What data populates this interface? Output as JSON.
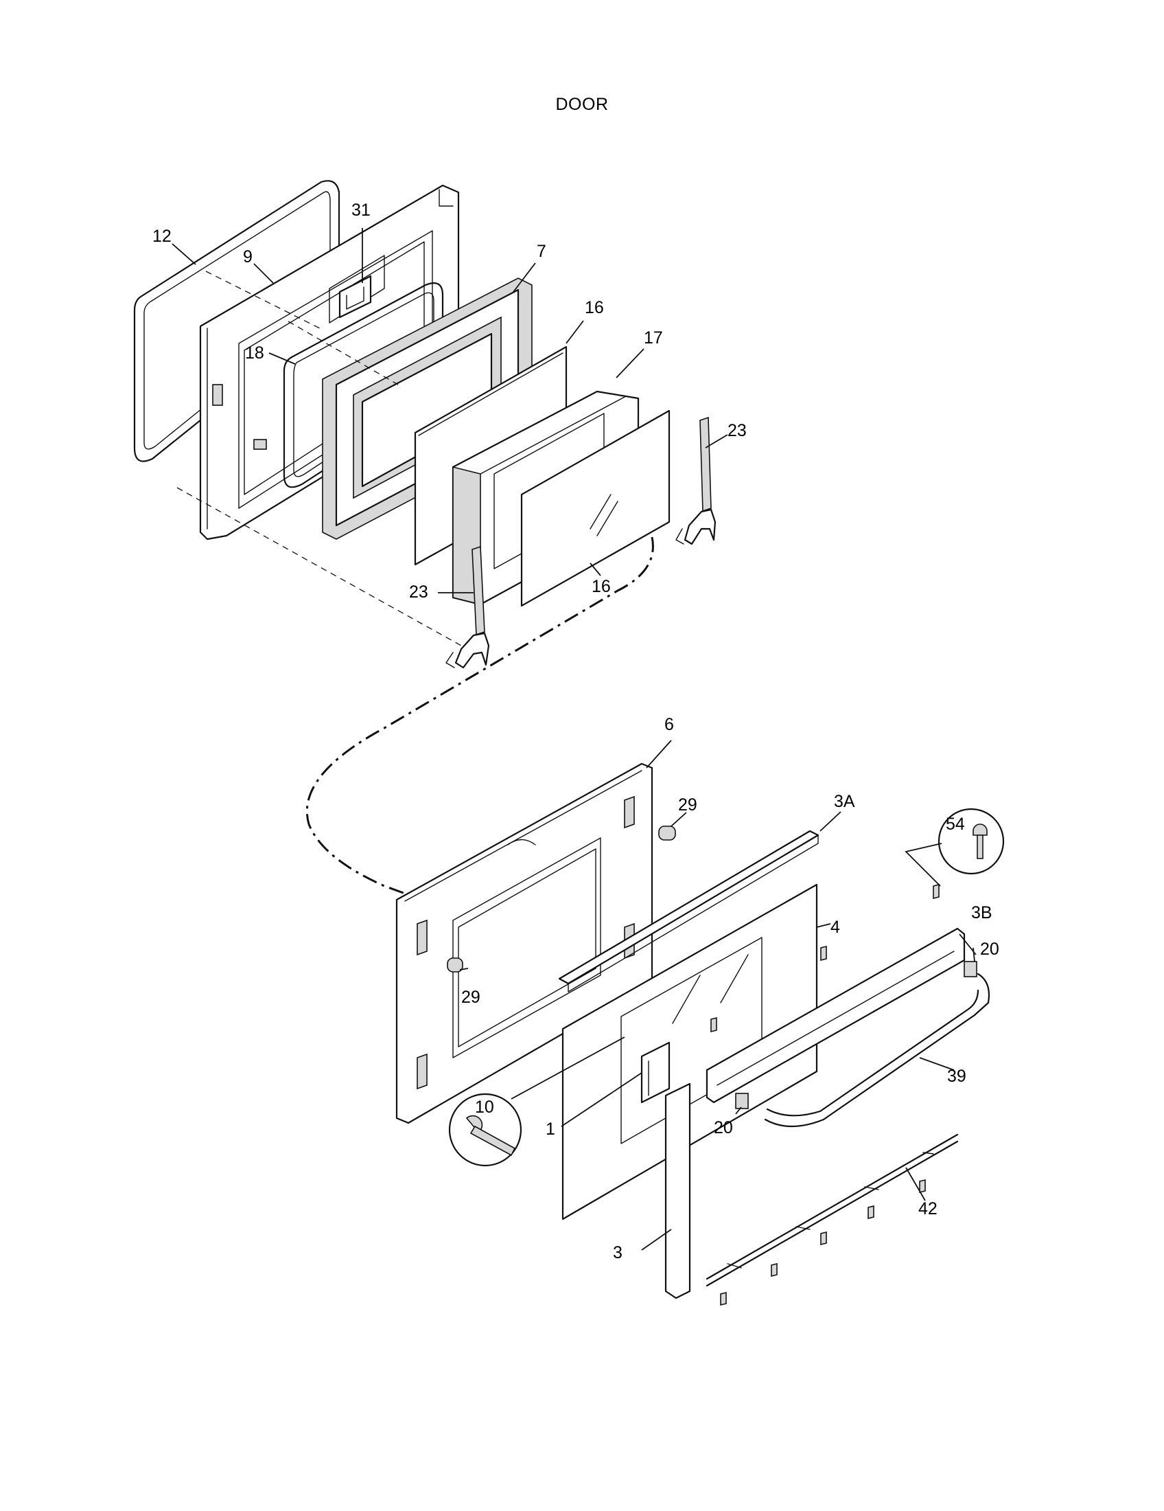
{
  "title": "DOOR",
  "callouts": [
    {
      "id": "c12",
      "text": "12"
    },
    {
      "id": "c9",
      "text": "9"
    },
    {
      "id": "c31",
      "text": "31"
    },
    {
      "id": "c7",
      "text": "7"
    },
    {
      "id": "c16a",
      "text": "16"
    },
    {
      "id": "c17",
      "text": "17"
    },
    {
      "id": "c18",
      "text": "18"
    },
    {
      "id": "c23a",
      "text": "23"
    },
    {
      "id": "c23b",
      "text": "23"
    },
    {
      "id": "c16b",
      "text": "16"
    },
    {
      "id": "c6",
      "text": "6"
    },
    {
      "id": "c29a",
      "text": "29"
    },
    {
      "id": "c3A",
      "text": "3A"
    },
    {
      "id": "c54",
      "text": "54"
    },
    {
      "id": "c3B",
      "text": "3B"
    },
    {
      "id": "c4",
      "text": "4"
    },
    {
      "id": "c20a",
      "text": "20"
    },
    {
      "id": "c29b",
      "text": "29"
    },
    {
      "id": "c10",
      "text": "10"
    },
    {
      "id": "c1",
      "text": "1"
    },
    {
      "id": "c20b",
      "text": "20"
    },
    {
      "id": "c39",
      "text": "39"
    },
    {
      "id": "c42",
      "text": "42"
    },
    {
      "id": "c3",
      "text": "3"
    }
  ]
}
